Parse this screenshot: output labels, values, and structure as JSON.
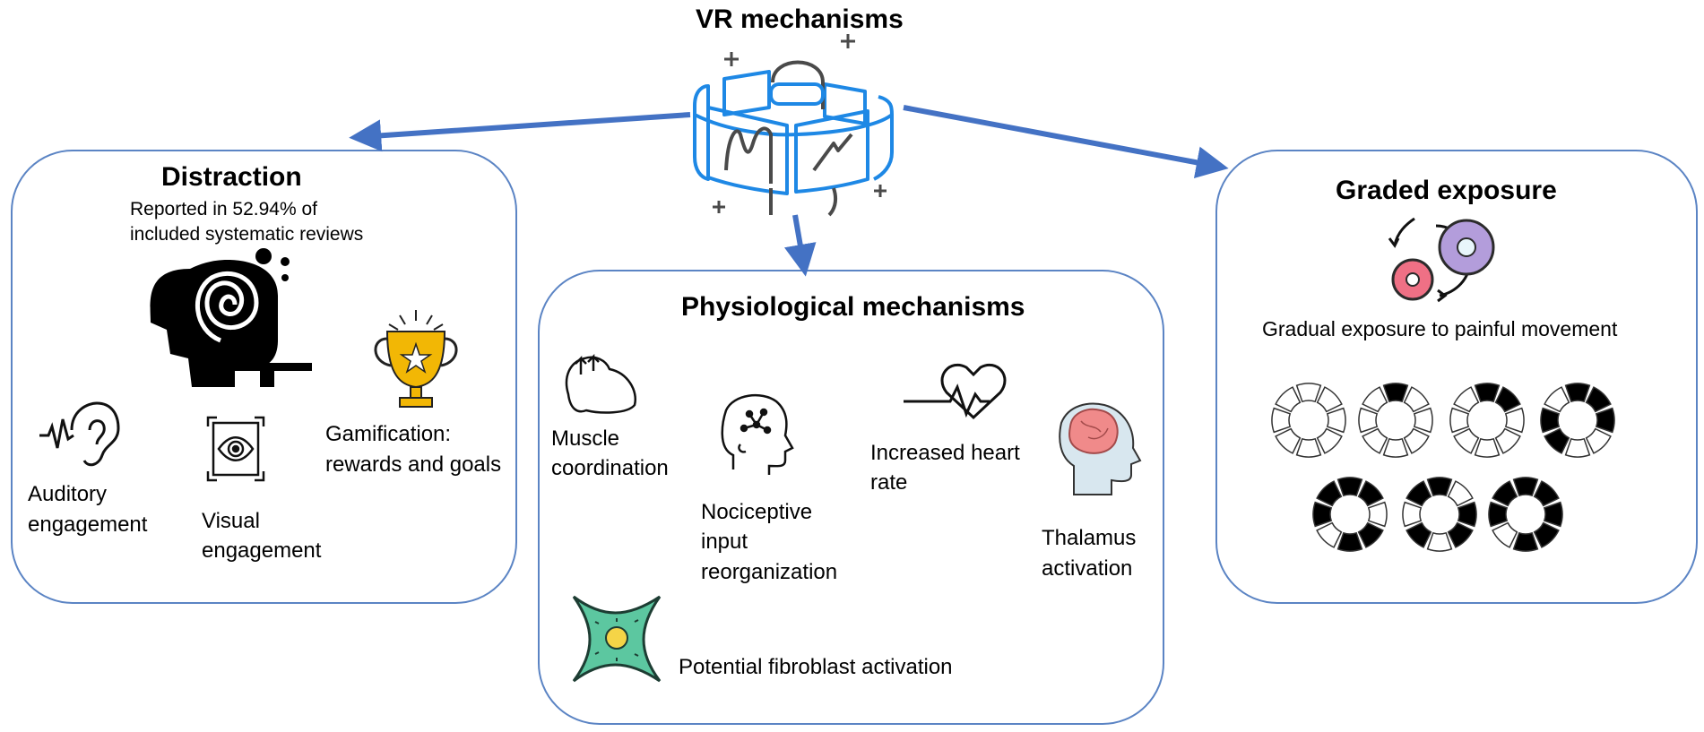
{
  "main_title": "VR mechanisms",
  "distraction": {
    "title": "Distraction",
    "note_line1": "Reported in 52.94% of",
    "note_line2": "included systematic reviews",
    "items": {
      "auditory": [
        "Auditory",
        "engagement"
      ],
      "visual": [
        "Visual",
        "engagement"
      ],
      "gamification": [
        "Gamification:",
        "rewards and goals"
      ]
    }
  },
  "physiological": {
    "title": "Physiological mechanisms",
    "items": {
      "muscle": [
        "Muscle",
        "coordination"
      ],
      "nociceptive": [
        "Nociceptive",
        "input",
        "reorganization"
      ],
      "heart": [
        "Increased heart",
        "rate"
      ],
      "thalamus": [
        "Thalamus",
        "activation"
      ],
      "fibroblast": [
        "Potential fibroblast activation"
      ]
    }
  },
  "graded": {
    "title": "Graded exposure",
    "subtitle": "Gradual exposure to painful movement"
  },
  "colors": {
    "arrow": "#4472c4",
    "box_border": "#5b84c4",
    "vr_blue": "#1e88e5",
    "vr_gray": "#4a4a4a",
    "gear_purple": "#b39ddb",
    "gear_pink": "#ef7085",
    "trophy": "#f2b705",
    "brain_pink": "#f08a8a",
    "fibroblast_green": "#5cc7a0",
    "fibroblast_core": "#f5d447"
  },
  "icons": [
    "vr-headset-icon",
    "spiral-head-icon",
    "ear-icon",
    "eye-icon",
    "trophy-icon",
    "muscle-arm-icon",
    "head-network-icon",
    "heartbeat-icon",
    "brain-head-icon",
    "fibroblast-cell-icon",
    "gears-cycle-icon",
    "progress-ring-icon"
  ]
}
